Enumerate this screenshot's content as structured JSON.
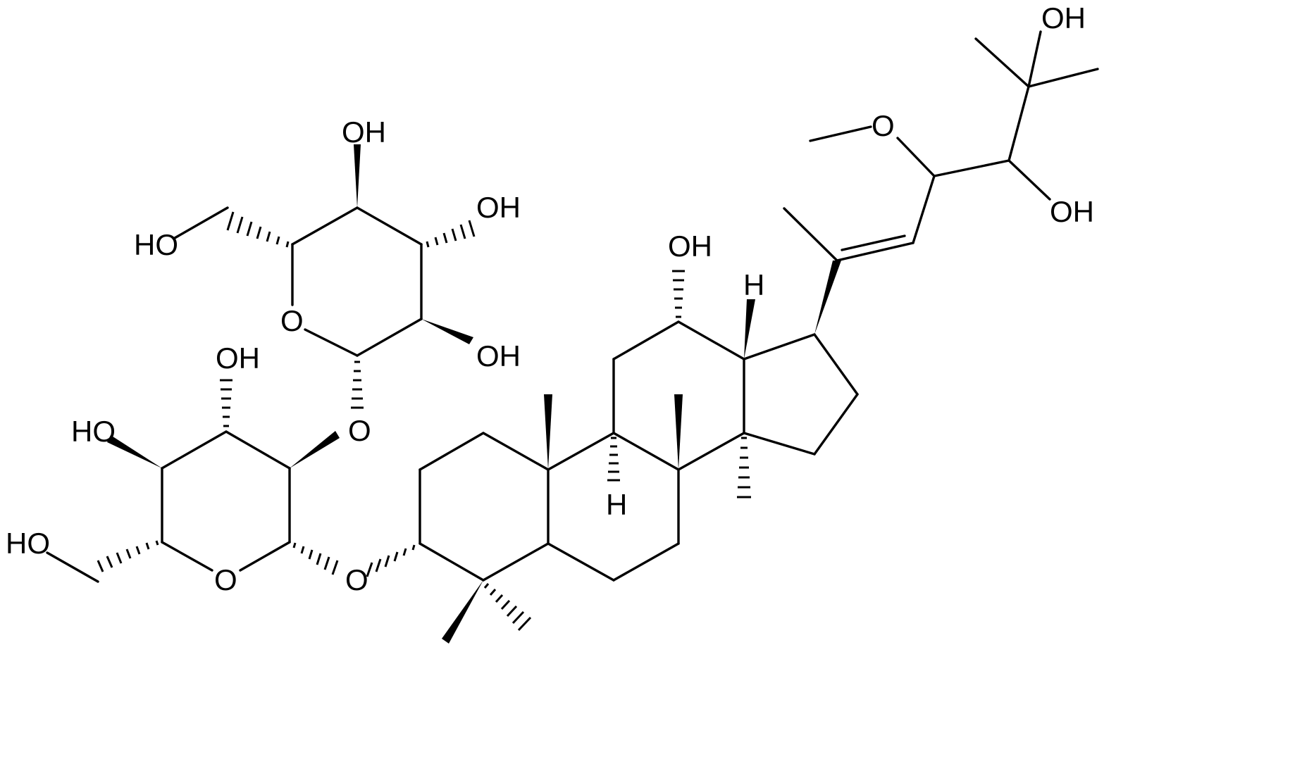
{
  "diagram": {
    "type": "chemical-structure",
    "colors": {
      "ink": "#000000",
      "background": "#ffffff"
    },
    "labels": [
      {
        "id": "oh-c25",
        "text": "OH"
      },
      {
        "id": "o-methoxy",
        "text": "O"
      },
      {
        "id": "oh-c24",
        "text": "OH"
      },
      {
        "id": "oh-c12",
        "text": "OH"
      },
      {
        "id": "h-c13",
        "text": "H"
      },
      {
        "id": "h-c9",
        "text": "H"
      },
      {
        "id": "oh-glc2-c4",
        "text": "OH"
      },
      {
        "id": "oh-glc2-c3",
        "text": "OH"
      },
      {
        "id": "ho-glc2-c6",
        "text": "HO"
      },
      {
        "id": "o-glc2-ring",
        "text": "O"
      },
      {
        "id": "oh-glc2-c2",
        "text": "OH"
      },
      {
        "id": "o-glycosidic-12",
        "text": "O"
      },
      {
        "id": "oh-glc1-c3",
        "text": "OH"
      },
      {
        "id": "ho-glc1-c4",
        "text": "HO"
      },
      {
        "id": "ho-glc1-c6",
        "text": "HO"
      },
      {
        "id": "o-glc1-ring",
        "text": "O"
      },
      {
        "id": "o-aglycone-c3",
        "text": "O"
      }
    ]
  }
}
